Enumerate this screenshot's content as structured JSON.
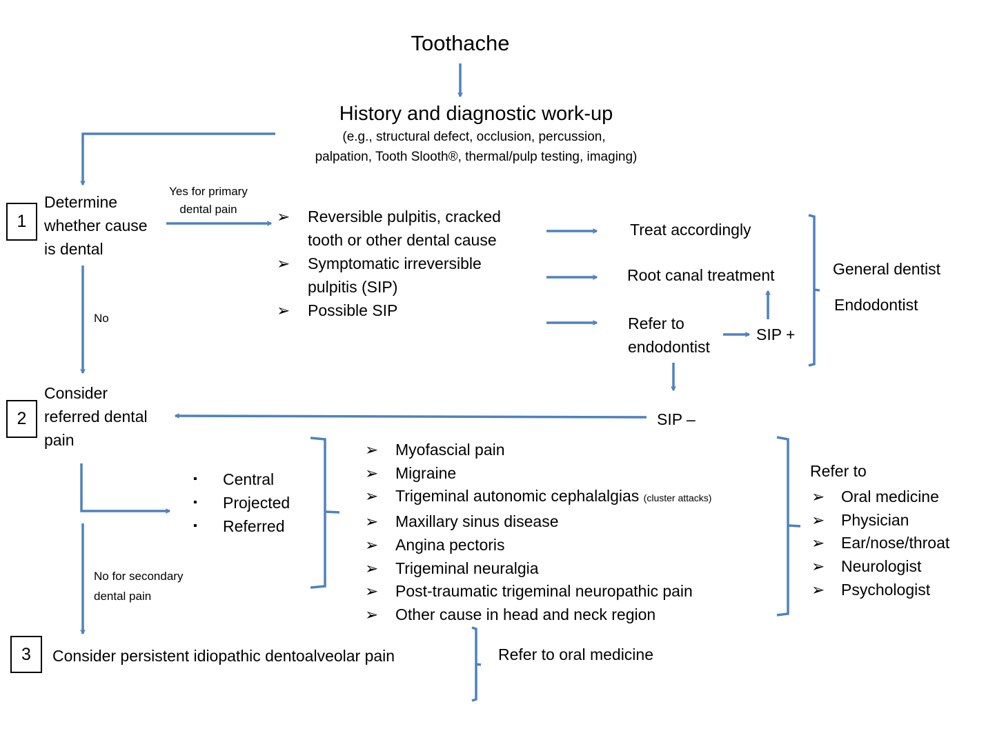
{
  "diagram": {
    "title": "Toothache",
    "workup": {
      "heading": "History and diagnostic work-up",
      "detail_line1": "(e.g., structural defect, occlusion, percussion,",
      "detail_line2": "palpation, Tooth Slooth®, thermal/pulp testing, imaging)"
    },
    "colors": {
      "arrow": "#4f81bd",
      "text": "#000000",
      "box_border": "#000000"
    },
    "step1": {
      "number": "1",
      "lines": [
        "Determine",
        "whether cause",
        "is dental"
      ],
      "yes_label_line1": "Yes for primary",
      "yes_label_line2": "dental pain",
      "no_label": "No"
    },
    "dental_causes": [
      {
        "marker": "➢",
        "lines": [
          "Reversible pulpitis, cracked",
          "tooth or other dental  cause"
        ]
      },
      {
        "marker": "➢",
        "lines": [
          "Symptomatic irreversible",
          "pulpitis (SIP)"
        ]
      },
      {
        "marker": "➢",
        "lines": [
          "Possible SIP"
        ]
      }
    ],
    "outcomes": {
      "treat": "Treat accordingly",
      "root_canal": "Root canal treatment",
      "refer_line1": "Refer to",
      "refer_line2": "endodontist",
      "sip_plus": "SIP +",
      "sip_minus": "SIP –"
    },
    "providers": [
      "General dentist",
      "Endodontist"
    ],
    "step2": {
      "number": "2",
      "lines": [
        "Consider",
        "referred dental",
        "pain"
      ],
      "pain_types": [
        "Central",
        "Projected",
        "Referred"
      ],
      "pain_type_marker": "▪",
      "no_label_line1": "No for secondary",
      "no_label_line2": "dental pain"
    },
    "nondental_causes": [
      {
        "marker": "➢",
        "text": "Myofascial pain",
        "note": ""
      },
      {
        "marker": "➢",
        "text": "Migraine",
        "note": ""
      },
      {
        "marker": "➢",
        "text": "Trigeminal autonomic cephalalgias",
        "note": "(cluster attacks)"
      },
      {
        "marker": "➢",
        "text": "Maxillary sinus disease",
        "note": ""
      },
      {
        "marker": "➢",
        "text": "Angina pectoris",
        "note": ""
      },
      {
        "marker": "➢",
        "text": "Trigeminal neuralgia",
        "note": ""
      },
      {
        "marker": "➢",
        "text": "Post-traumatic trigeminal neuropathic pain",
        "note": ""
      },
      {
        "marker": "➢",
        "text": "Other cause in head and neck region",
        "note": ""
      }
    ],
    "referrals": {
      "heading": "Refer to",
      "items": [
        {
          "marker": "➢",
          "text": "Oral medicine"
        },
        {
          "marker": "➢",
          "text": "Physician"
        },
        {
          "marker": "➢",
          "text": "Ear/nose/throat"
        },
        {
          "marker": "➢",
          "text": "Neurologist"
        },
        {
          "marker": "➢",
          "text": "Psychologist"
        }
      ]
    },
    "step3": {
      "number": "3",
      "text": "Consider persistent idiopathic dentoalveolar pain",
      "referral": "Refer to oral medicine"
    }
  }
}
